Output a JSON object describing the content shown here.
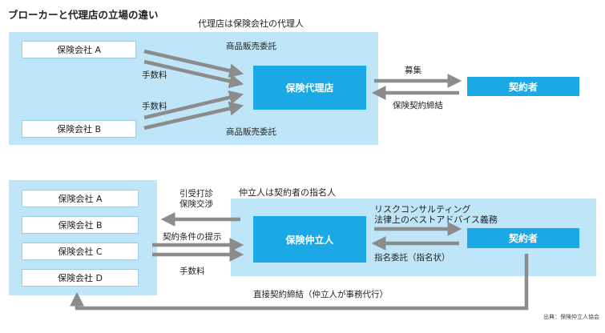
{
  "title": "ブローカーと代理店の立場の違い",
  "agency_section": {
    "caption": "代理店は保険会社の代理人",
    "insurer_a": "保険会社 A",
    "insurer_b": "保険会社 B",
    "agency": "保険代理店",
    "contractor": "契約者",
    "sales_commission_top": "商品販売委託",
    "sales_commission_bottom": "商品販売委託",
    "fee_top": "手数料",
    "fee_bottom": "手数料",
    "recruitment": "募集",
    "contract_conclusion": "保険契約締結"
  },
  "broker_section": {
    "caption": "仲立人は契約者の指名人",
    "insurers": [
      "保険会社 A",
      "保険会社 B",
      "保険会社 C",
      "保険会社 D"
    ],
    "broker": "保険仲立人",
    "contractor": "契約者",
    "underwriting_negotiation": "引受打診\n保険交渉",
    "contract_terms": "契約条件の提示",
    "fee": "手数料",
    "consulting": "リスクコンサルティング\n法律上のベストアドバイス義務",
    "appointment": "指名委託（指名状）",
    "direct_contract": "直接契約締結（仲立人が事務代行）"
  },
  "source": "出典：保険仲立人協会",
  "colors": {
    "panel": "#bfe6f8",
    "accent_box": "#1aa9e4",
    "arrow": "#8c8c8c"
  }
}
